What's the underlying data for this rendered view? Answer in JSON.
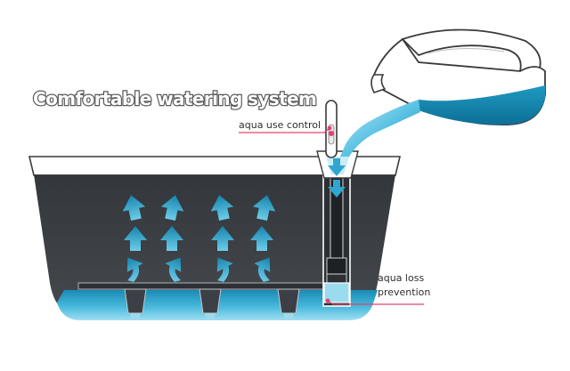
{
  "title": "Comfortable watering system",
  "labels": {
    "control": "aqua use control",
    "loss_line1": "aqua loss",
    "loss_line2": "prevention"
  },
  "colors": {
    "pot_body": "#3c3f43",
    "pot_rim": "#ffffff",
    "water_light": "#8ad7ee",
    "water_mid": "#3aaed3",
    "water_dark": "#127ba6",
    "arrow_light": "#63c8e8",
    "arrow_dark": "#1584ad",
    "callout": "#e0436f",
    "can_outline": "#3a3a3a"
  },
  "icons": {
    "watering_can": "watering-can-icon",
    "up_arrow": "up-arrow-icon",
    "down_arrow": "down-arrow-icon"
  }
}
